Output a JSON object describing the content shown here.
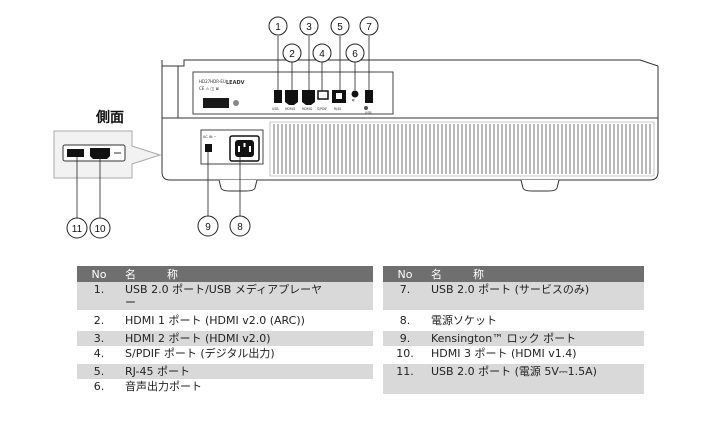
{
  "side_label": "側面",
  "callouts": [
    "1",
    "2",
    "3",
    "4",
    "5",
    "6",
    "7",
    "8",
    "9",
    "10",
    "11"
  ],
  "panel_text": {
    "model": "HD27HDR-EU",
    "marks": "CE ⚠ ◫ ⊠",
    "brand": "LEADV"
  },
  "port_labels": [
    "USB",
    "HDMI1",
    "HDMI2",
    "S/PDIF",
    "RJ45",
    "◐",
    "USB"
  ],
  "power_label": "AC IN ~",
  "table": {
    "header_no": "No",
    "header_name": "名　称",
    "left": [
      {
        "no": "1.",
        "name": "USB 2.0 ポート/USB メディアプレーヤ",
        "name2": "ー"
      },
      {
        "no": "2.",
        "name": "HDMI 1 ポート (HDMI v2.0 (ARC))"
      },
      {
        "no": "3.",
        "name": "HDMI 2 ポート (HDMI v2.0)"
      },
      {
        "no": "4.",
        "name": "S/PDIF ポート (デジタル出力)"
      },
      {
        "no": "5.",
        "name": "RJ-45 ポート"
      },
      {
        "no": "6.",
        "name": "音声出力ポート"
      }
    ],
    "right": [
      {
        "no": "7.",
        "name": "USB 2.0 ポート (サービスのみ)"
      },
      {
        "no": "8.",
        "name": "電源ソケット"
      },
      {
        "no": "9.",
        "name": "Kensington™ ロック ポート"
      },
      {
        "no": "10.",
        "name": "HDMI 3 ポート (HDMI v1.4)"
      },
      {
        "no": "11.",
        "name": "USB 2.0 ポート (電源 5V⎓1.5A)"
      },
      {
        "no": "",
        "name": ""
      }
    ]
  }
}
